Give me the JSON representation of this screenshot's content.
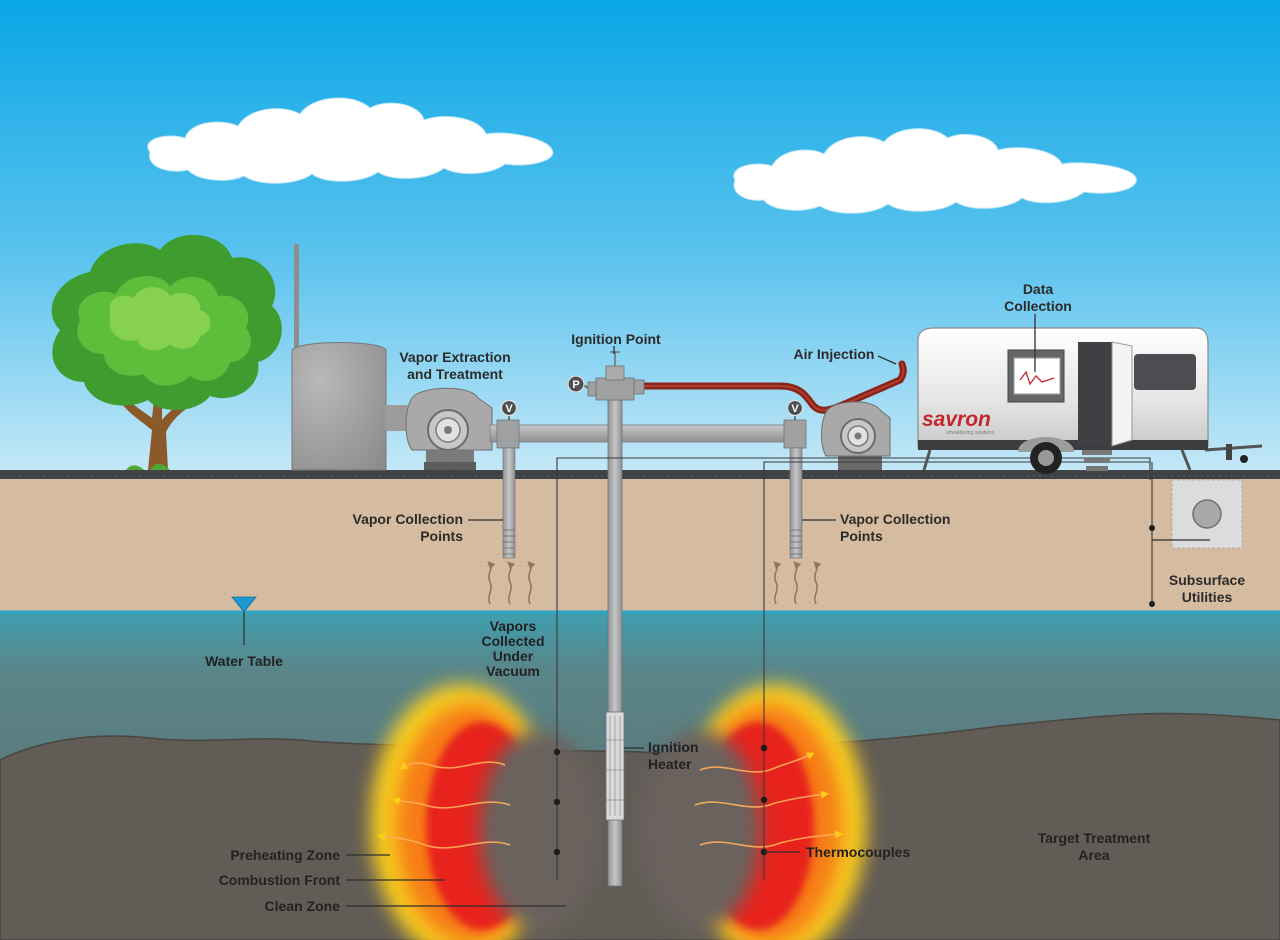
{
  "diagram": {
    "labels": {
      "vapor_extraction_line1": "Vapor Extraction",
      "vapor_extraction_line2": "and Treatment",
      "ignition_point": "Ignition Point",
      "air_injection": "Air Injection",
      "data_collection_line1": "Data",
      "data_collection_line2": "Collection",
      "vapor_collection_left_line1": "Vapor Collection",
      "vapor_collection_left_line2": "Points",
      "vapor_collection_right_line1": "Vapor Collection",
      "vapor_collection_right_line2": "Points",
      "subsurface_utilities_line1": "Subsurface",
      "subsurface_utilities_line2": "Utilities",
      "water_table": "Water Table",
      "vapors_line1": "Vapors",
      "vapors_line2": "Collected",
      "vapors_line3": "Under",
      "vapors_line4": "Vacuum",
      "ignition_heater_line1": "Ignition",
      "ignition_heater_line2": "Heater",
      "preheating_zone": "Preheating Zone",
      "combustion_front": "Combustion Front",
      "clean_zone": "Clean Zone",
      "thermocouples": "Thermocouples",
      "target_treatment_area_line1": "Target Treatment",
      "target_treatment_area_line2": "Area"
    },
    "gauges": {
      "valve_left": "V",
      "valve_right": "V",
      "pressure": "P"
    },
    "brand": {
      "name": "savron",
      "tagline": "smouldering solutions"
    },
    "icons": [
      "tree",
      "treatment-tank",
      "blower",
      "trailer",
      "monitor",
      "water-table-marker",
      "vapor-arrows",
      "heat-arrows"
    ],
    "colors": {
      "sky_top": "#0aa6e6",
      "sky_bottom": "#bfe6f6",
      "soil": "#d6bca0",
      "groundwater": "#5e7779",
      "contaminant": "#5f5a54",
      "pipe": "#a7a9ab",
      "air_hose": "#8a2318",
      "fire_core": "#e8231e",
      "fire_edge": "#ffd21a",
      "brand_red": "#c0282d"
    }
  }
}
